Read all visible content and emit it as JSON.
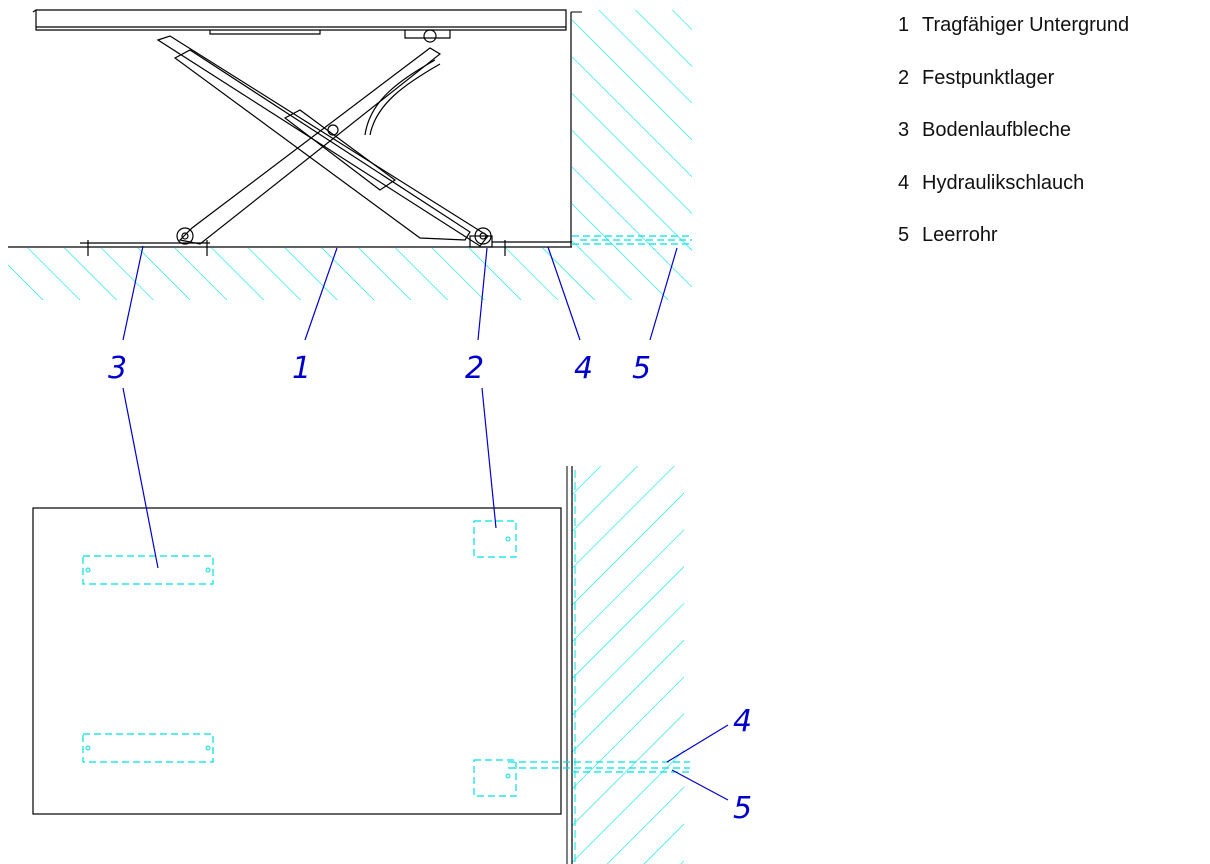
{
  "legend": [
    {
      "number": "1",
      "label": "Tragfähiger Untergrund"
    },
    {
      "number": "2",
      "label": "Festpunktlager"
    },
    {
      "number": "3",
      "label": "Bodenlaufbleche"
    },
    {
      "number": "4",
      "label": "Hydraulikschlauch"
    },
    {
      "number": "5",
      "label": "Leerrohr"
    }
  ],
  "side_view_callouts": [
    "3",
    "1",
    "2",
    "4",
    "5"
  ],
  "top_view_callouts": [
    "2",
    "3",
    "4",
    "5"
  ],
  "colors": {
    "line": "#000000",
    "callout": "#0000cc",
    "hidden": "#00e0e0",
    "hatch": "#00e5e5"
  }
}
